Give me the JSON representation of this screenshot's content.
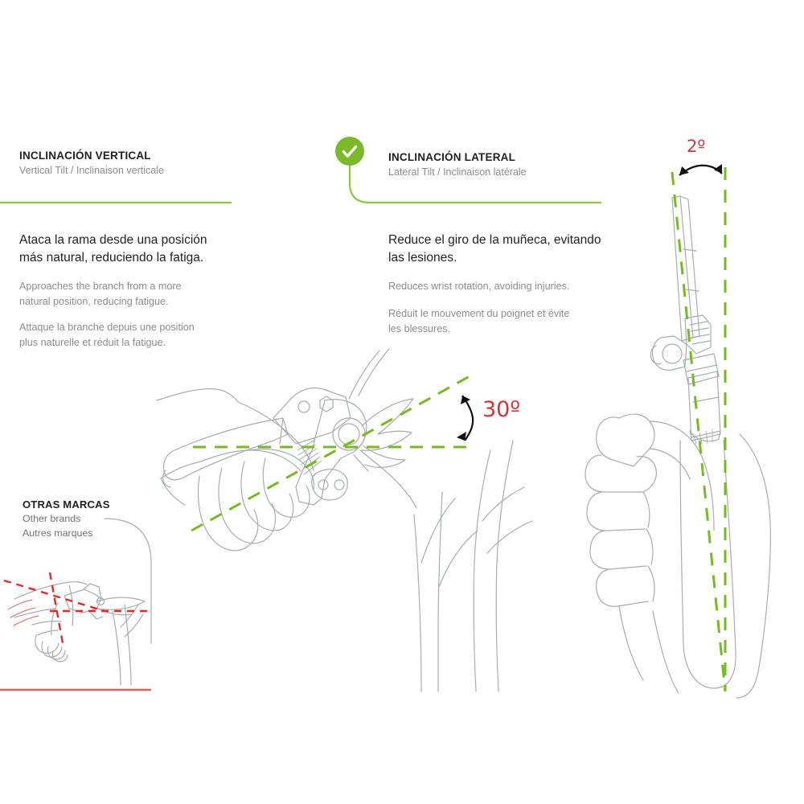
{
  "page": {
    "background": "#ffffff",
    "accent_green": "#8ac63f",
    "accent_green_dark": "#7ab929",
    "accent_red": "#d0353c",
    "line_gray": "#a7acb1",
    "text_dark": "#231f20",
    "text_muted": "#8a8d90"
  },
  "columns": [
    {
      "id": "vertical-tilt",
      "heading": "INCLINACIÓN VERTICAL",
      "subheading": "Vertical Tilt / Inclinaison verticale",
      "has_check_badge": false,
      "lead": "Ataca la rama desde una posición más natural, reduciendo la fatiga.",
      "lead_lines": [
        "Ataca la rama desde una posición",
        "más natural, reduciendo la fatiga."
      ],
      "translations": [
        {
          "lang": "en",
          "lines": [
            "Approaches the branch from a more",
            "natural position, reducing fatigue."
          ]
        },
        {
          "lang": "fr",
          "lines": [
            "Attaque la branche depuis une position",
            "plus naturelle et réduit la fatigue."
          ]
        }
      ],
      "angle_label": "30º"
    },
    {
      "id": "lateral-tilt",
      "heading": "INCLINACIÓN LATERAL",
      "subheading": "Lateral Tilt / Inclinaison latérale",
      "has_check_badge": true,
      "badge_icon": "check-icon",
      "lead": "Reduce el giro de la muñeca, evitando las lesiones.",
      "lead_lines": [
        "Reduce el giro de la muñeca, evitando",
        "las lesiones."
      ],
      "translations": [
        {
          "lang": "en",
          "lines": [
            "Reduces wrist rotation, avoiding injuries."
          ]
        },
        {
          "lang": "fr",
          "lines": [
            "Réduit le mouvement du poignet et évite",
            "les blessures."
          ]
        }
      ],
      "angle_label": "2º"
    }
  ],
  "other_brands": {
    "title": "OTRAS MARCAS",
    "subtitle_en": "Other brands",
    "subtitle_fr": "Autres marques",
    "accent": "#e0625f"
  },
  "illustrations": [
    {
      "name": "pruning-shears-side-view-with-hand",
      "caption_angle": "30º"
    },
    {
      "name": "pruning-shears-front-view-in-hand",
      "caption_angle": "2º"
    },
    {
      "name": "other-brands-shears-thumbnail",
      "caption_angle": ""
    }
  ]
}
